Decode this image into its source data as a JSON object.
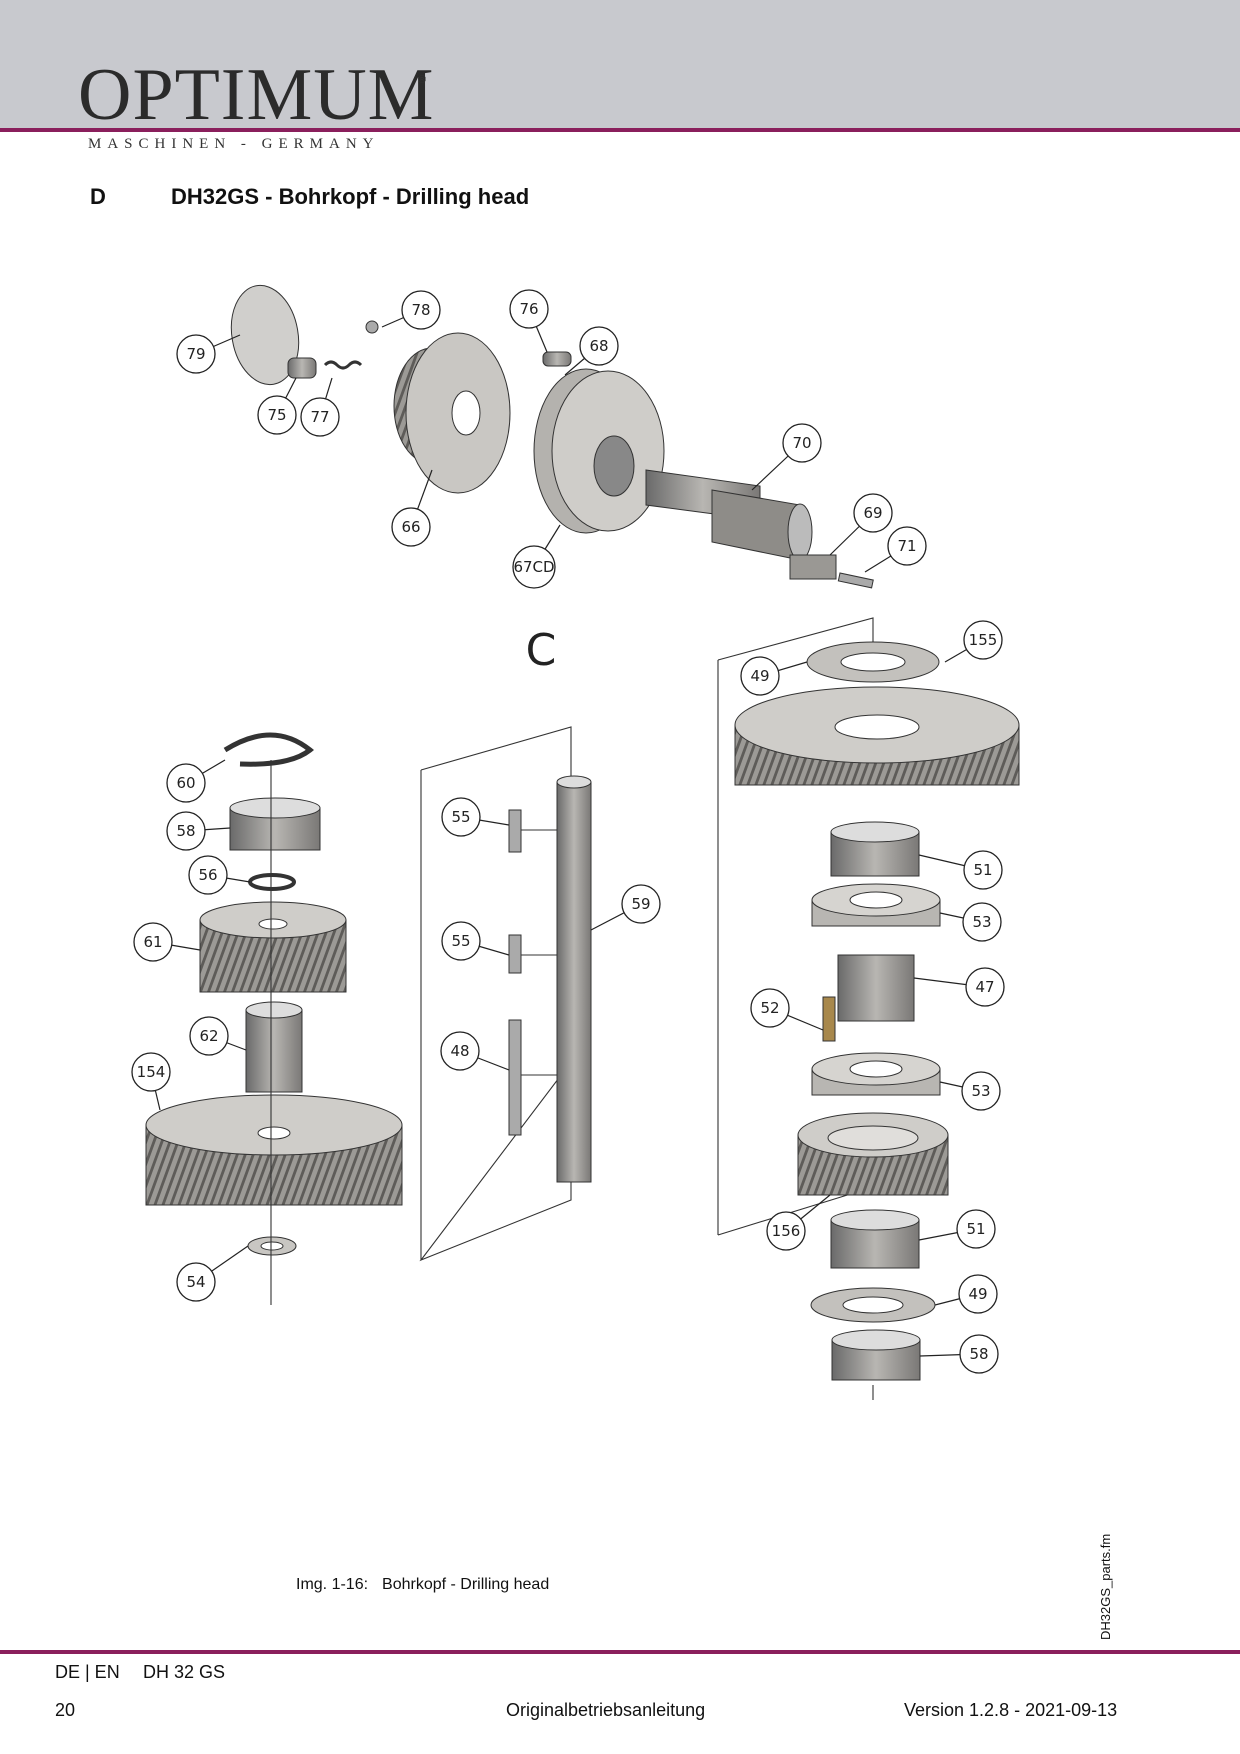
{
  "header": {
    "logo": "OPTIMUM",
    "logo_mark": "®",
    "tagline": "MASCHINEN - GERMANY",
    "band_color": "#c8c9ce",
    "rule_color": "#8a1f5c"
  },
  "section": {
    "letter": "D",
    "title": "DH32GS - Bohrkopf - Drilling head"
  },
  "drawing": {
    "group_marker": "C",
    "callouts": [
      "79",
      "78",
      "76",
      "68",
      "75",
      "77",
      "66",
      "67CD",
      "70",
      "69",
      "71",
      "155",
      "49",
      "60",
      "58",
      "56",
      "61",
      "62",
      "154",
      "54",
      "55",
      "55",
      "48",
      "59",
      "51",
      "53",
      "47",
      "52",
      "53",
      "156",
      "51",
      "49",
      "58"
    ]
  },
  "caption": {
    "label": "Img. 1-16:",
    "text": "Bohrkopf - Drilling head"
  },
  "side_file": "DH32GS_parts.fm",
  "footer": {
    "lang": "DE | EN",
    "model": "DH 32 GS",
    "page": "20",
    "doc": "Originalbetriebsanleitung",
    "version": "Version 1.2.8 - 2021-09-13"
  }
}
